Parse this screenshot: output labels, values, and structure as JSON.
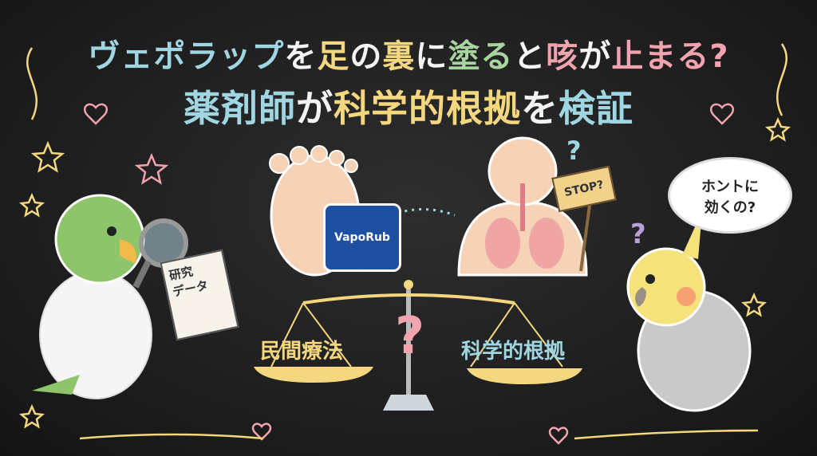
{
  "title": {
    "line1": [
      {
        "text": "ヴェポラップ",
        "color": "blue"
      },
      {
        "text": "を",
        "color": "white"
      },
      {
        "text": "足",
        "color": "yellow"
      },
      {
        "text": "の",
        "color": "white"
      },
      {
        "text": "裏",
        "color": "yellow"
      },
      {
        "text": "に",
        "color": "white"
      },
      {
        "text": "塗る",
        "color": "green"
      },
      {
        "text": "と",
        "color": "white"
      },
      {
        "text": "咳",
        "color": "pink"
      },
      {
        "text": "が",
        "color": "white"
      },
      {
        "text": "止まる?",
        "color": "pink"
      }
    ],
    "line2": [
      {
        "text": "薬剤師",
        "color": "blue"
      },
      {
        "text": "が",
        "color": "white"
      },
      {
        "text": "科学的根拠",
        "color": "yellow"
      },
      {
        "text": "を",
        "color": "white"
      },
      {
        "text": "検証",
        "color": "blue"
      }
    ]
  },
  "illustration": {
    "paper_text": [
      "研究",
      "データ"
    ],
    "jar_label": "VapoRub",
    "sign_text": "STOP?",
    "bubble_text": [
      "ホントに",
      "効くの?"
    ],
    "scale_left": "民間療法",
    "scale_right": "科学的根拠",
    "scale_center": "?"
  }
}
